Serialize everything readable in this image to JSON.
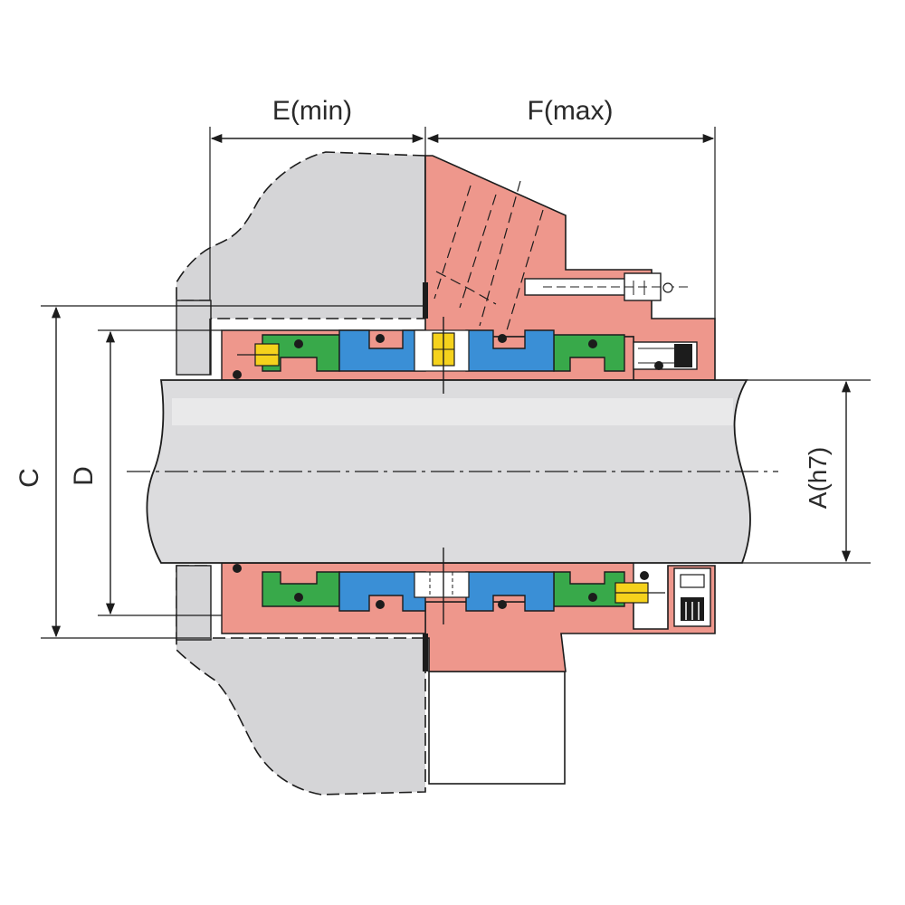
{
  "dimensions": {
    "e_label": "E(min)",
    "f_label": "F(max)",
    "c_label": "C",
    "d_label": "D",
    "a_label": "A(h7)"
  },
  "colors": {
    "housing": "#d5d5d7",
    "shaft": "#dcdcde",
    "gland": "#ee978c",
    "rotating_face": "#3a8fd6",
    "stationary_seat": "#38a94a",
    "drive_pin": "#f5d21c",
    "outline": "#1c1c1c"
  }
}
